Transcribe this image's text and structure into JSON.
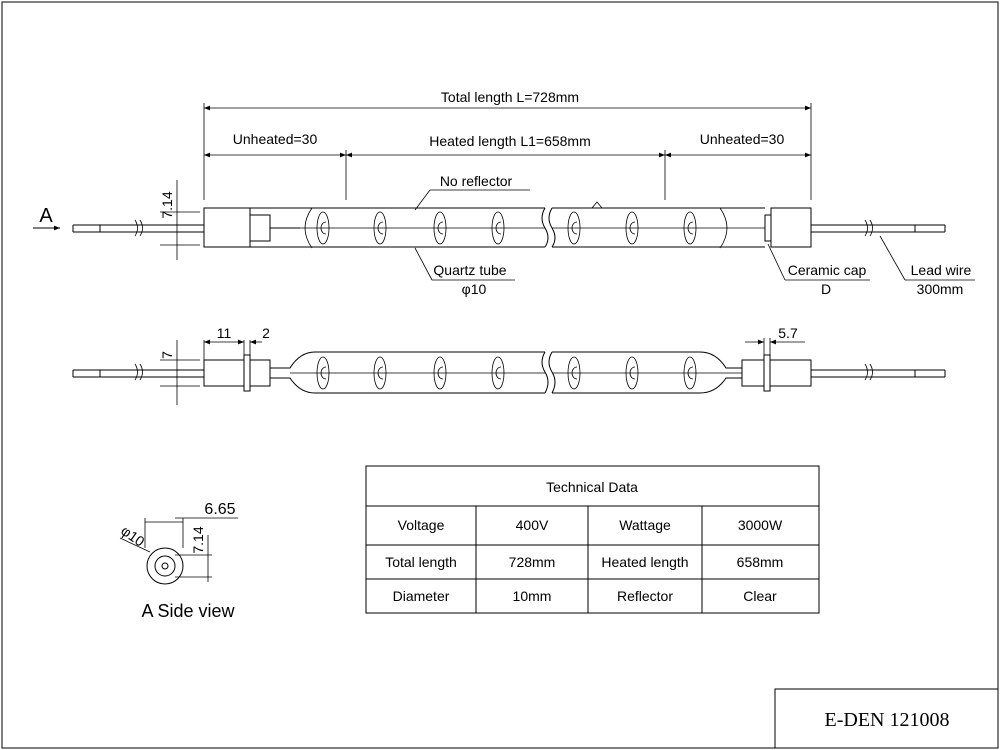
{
  "drawing": {
    "total_length_label": "Total length L=728mm",
    "unheated_left_label": "Unheated=30",
    "heated_length_label": "Heated length  L1=658mm",
    "unheated_right_label": "Unheated=30",
    "no_reflector_label": "No reflector",
    "view_arrow_label": "A",
    "dim_7_14_top": "7.14",
    "quartz_tube_label": "Quartz tube",
    "quartz_tube_dia": "φ10",
    "ceramic_cap_label": "Ceramic cap",
    "ceramic_cap_code": "D",
    "lead_wire_label": "Lead wire",
    "lead_wire_length": "300mm",
    "dim_11": "11",
    "dim_2": "2",
    "dim_7": "7",
    "dim_5_7": "5.7",
    "side_dim_6_65": "6.65",
    "side_dim_phi10": "φ10",
    "side_dim_7_14": "7.14",
    "side_view_label": "A Side view"
  },
  "table": {
    "title": "Technical Data",
    "rows": [
      [
        "Voltage",
        "400V",
        "Wattage",
        "3000W"
      ],
      [
        "Total length",
        "728mm",
        "Heated length",
        "658mm"
      ],
      [
        "Diameter",
        "10mm",
        "Reflector",
        "Clear"
      ]
    ]
  },
  "title_block": {
    "code": "E-DEN 121008"
  }
}
